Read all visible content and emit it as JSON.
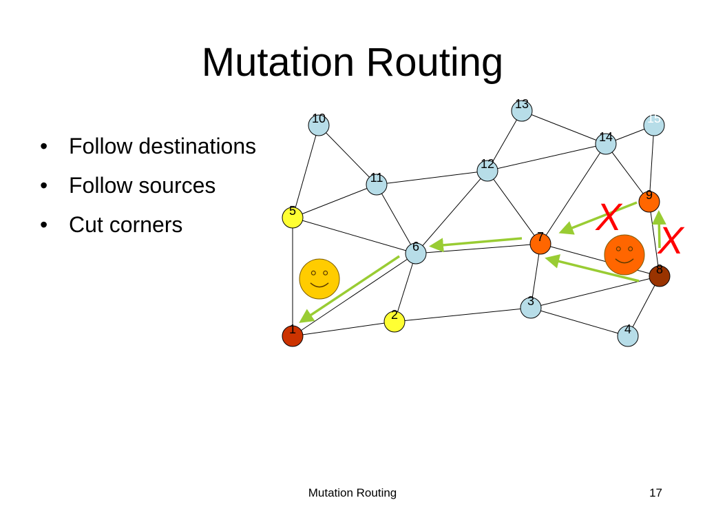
{
  "slide": {
    "title": "Mutation Routing",
    "bullets": [
      "Follow destinations",
      "Follow sources",
      "Cut corners"
    ],
    "bullet_glyph": "•",
    "footer_title": "Mutation Routing",
    "page_number": "17"
  },
  "colors": {
    "node_default": "#b7dde8",
    "node_yellow": "#ffff33",
    "node_red": "#cc3300",
    "node_orange": "#ff6600",
    "node_brown": "#993300",
    "edge": "#000000",
    "route_arrow": "#99cc33",
    "cross_mark": "#ff0000",
    "smiley_yellow": "#ffcc00",
    "smiley_orange": "#ff6600"
  },
  "diagram": {
    "nodes": [
      {
        "id": "1",
        "label": "1",
        "color": "node_red"
      },
      {
        "id": "2",
        "label": "2",
        "color": "node_yellow"
      },
      {
        "id": "3",
        "label": "3",
        "color": "node_default"
      },
      {
        "id": "4",
        "label": "4",
        "color": "node_default"
      },
      {
        "id": "5",
        "label": "5",
        "color": "node_yellow"
      },
      {
        "id": "6",
        "label": "6",
        "color": "node_default"
      },
      {
        "id": "7",
        "label": "7",
        "color": "node_orange"
      },
      {
        "id": "8",
        "label": "8",
        "color": "node_brown"
      },
      {
        "id": "9",
        "label": "9",
        "color": "node_orange"
      },
      {
        "id": "10",
        "label": "10",
        "color": "node_default"
      },
      {
        "id": "11",
        "label": "11",
        "color": "node_default"
      },
      {
        "id": "12",
        "label": "12",
        "color": "node_default"
      },
      {
        "id": "13",
        "label": "13",
        "color": "node_default"
      },
      {
        "id": "14",
        "label": "14",
        "color": "node_default"
      },
      {
        "id": "15",
        "label": "15",
        "color": "node_default",
        "label_color": "#ffffff"
      }
    ],
    "edges": [
      [
        "10",
        "11"
      ],
      [
        "10",
        "5"
      ],
      [
        "5",
        "11"
      ],
      [
        "5",
        "6"
      ],
      [
        "5",
        "1"
      ],
      [
        "11",
        "12"
      ],
      [
        "11",
        "6"
      ],
      [
        "12",
        "13"
      ],
      [
        "12",
        "14"
      ],
      [
        "12",
        "6"
      ],
      [
        "12",
        "7"
      ],
      [
        "13",
        "14"
      ],
      [
        "14",
        "15"
      ],
      [
        "14",
        "7"
      ],
      [
        "14",
        "9"
      ],
      [
        "15",
        "9"
      ],
      [
        "6",
        "7"
      ],
      [
        "6",
        "2"
      ],
      [
        "6",
        "1"
      ],
      [
        "7",
        "8"
      ],
      [
        "7",
        "3"
      ],
      [
        "9",
        "8"
      ],
      [
        "8",
        "3"
      ],
      [
        "8",
        "4"
      ],
      [
        "3",
        "2"
      ],
      [
        "3",
        "4"
      ],
      [
        "2",
        "1"
      ]
    ],
    "cross_label": "X"
  }
}
